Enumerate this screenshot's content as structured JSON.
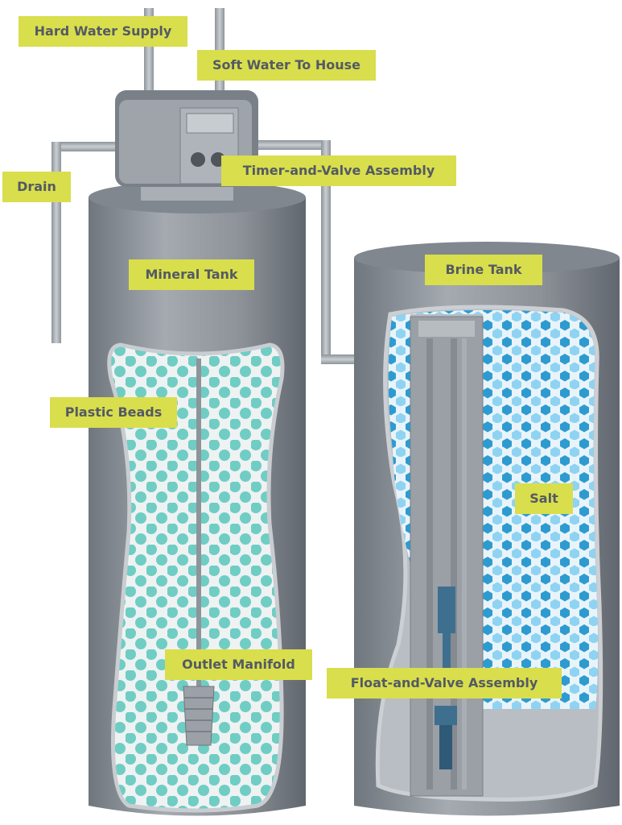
{
  "title": "Water Softener Diagram",
  "labels": {
    "hard_water_supply": "Hard Water Supply",
    "soft_water_to_house": "Soft Water To House",
    "drain": "Drain",
    "timer_valve": "Timer-and-Valve Assembly",
    "mineral_tank": "Mineral Tank",
    "brine_tank": "Brine Tank",
    "plastic_beads": "Plastic Beads",
    "salt": "Salt",
    "outlet_manifold": "Outlet Manifold",
    "float_valve": "Float-and-Valve Assembly"
  },
  "colors": {
    "label_bg": "#d9de4c",
    "label_text": "#535a64",
    "tank": "#8a9097",
    "bead": "#6fcdc4",
    "salt_dark": "#2e9bd0",
    "salt_light": "#8fd3f2"
  }
}
